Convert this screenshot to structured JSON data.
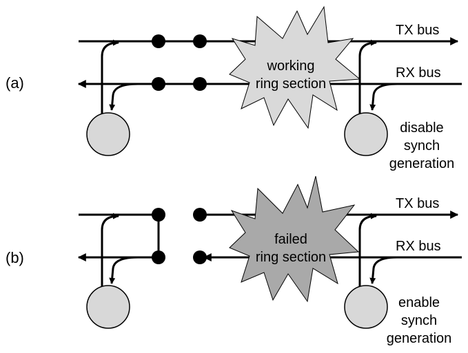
{
  "colors": {
    "line": "#000000",
    "node_fill": "#d8d8d8",
    "burst_working": "#d9d9d9",
    "burst_failed": "#a9a9a9",
    "background": "#ffffff"
  },
  "panel_a": {
    "label": "(a)",
    "tx_label": "TX bus",
    "rx_label": "RX bus",
    "burst_line1": "working",
    "burst_line2": "ring section",
    "note_line1": "disable",
    "note_line2": "synch",
    "note_line3": "generation"
  },
  "panel_b": {
    "label": "(b)",
    "tx_label": "TX bus",
    "rx_label": "RX bus",
    "burst_line1": "failed",
    "burst_line2": "ring section",
    "note_line1": "enable",
    "note_line2": "synch",
    "note_line3": "generation"
  }
}
